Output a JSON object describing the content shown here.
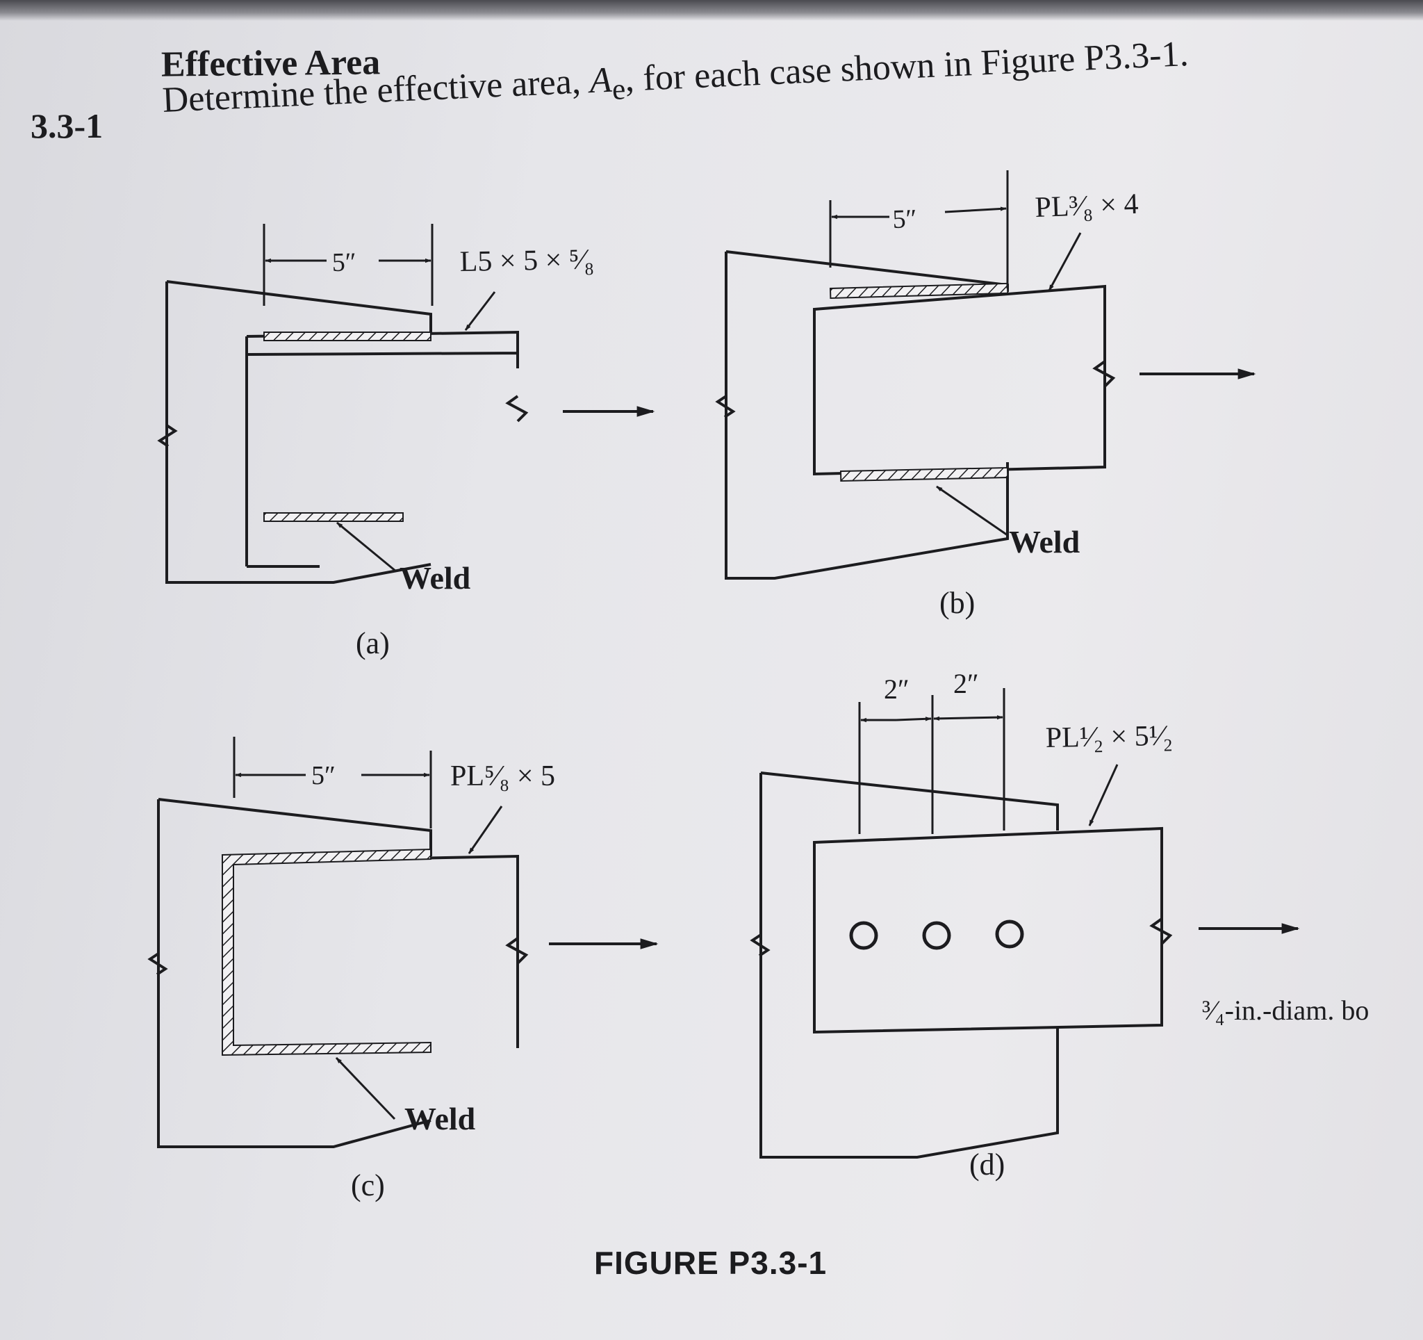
{
  "header": {
    "section_title": "Effective Area",
    "problem_number": "3.3-1",
    "problem_text_before": "Determine the effective area, ",
    "problem_symbol": "A",
    "problem_subscript": "e",
    "problem_text_after": ", for each case shown in Figure P3.3-1."
  },
  "figure": {
    "caption": "FIGURE P3.3-1",
    "panels": {
      "a": {
        "label": "(a)",
        "dimension": "5″",
        "member": "L5 × 5 × ⁵⁄₈",
        "weld": "Weld"
      },
      "b": {
        "label": "(b)",
        "dimension": "5″",
        "member": "PL³⁄₈ × 4",
        "weld": "Weld"
      },
      "c": {
        "label": "(c)",
        "dimension": "5″",
        "member": "PL⁵⁄₈ × 5",
        "weld": "Weld"
      },
      "d": {
        "label": "(d)",
        "dim1": "2″",
        "dim2": "2″",
        "member": "PL¹⁄₂ × 5¹⁄₂",
        "bolts": "³⁄₄-in.-diam. bo"
      }
    }
  }
}
